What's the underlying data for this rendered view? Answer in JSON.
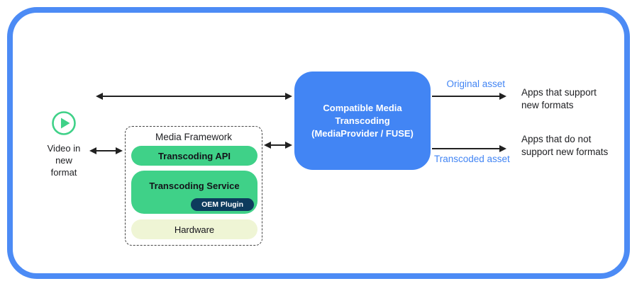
{
  "colors": {
    "border_blue": "#4C8BF5",
    "box_blue": "#4285F4",
    "green": "#3FD188",
    "dark_pill": "#0D3B5D",
    "hardware_bg": "#EFF5D5",
    "label_blue": "#4285F4",
    "arrow": "#212121"
  },
  "video_source": {
    "lines": [
      "Video in",
      "new",
      "format"
    ]
  },
  "media_framework": {
    "title": "Media Framework",
    "transcoding_api": "Transcoding API",
    "transcoding_service": "Transcoding Service",
    "oem_plugin": "OEM Plugin",
    "hardware": "Hardware"
  },
  "transcoding_box": {
    "lines": [
      "Compatible Media",
      "Transcoding",
      "(MediaProvider / FUSE)"
    ]
  },
  "flows": {
    "original_asset": "Original asset",
    "transcoded_asset": "Transcoded asset"
  },
  "apps_support": {
    "lines": [
      "Apps that support",
      "new formats"
    ]
  },
  "apps_no_support": {
    "lines": [
      "Apps that do not",
      "support new formats"
    ]
  }
}
